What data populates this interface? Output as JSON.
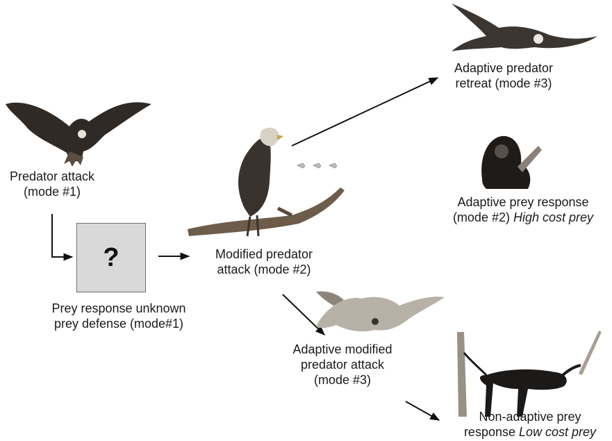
{
  "labels": {
    "predator_attack": {
      "line1": "Predator attack",
      "line2": "(mode #1)"
    },
    "question_mark": "?",
    "prey_response_unknown": {
      "line1": "Prey response unknown",
      "line2": "prey defense (mode#1)"
    },
    "modified_attack": {
      "line1": "Modified predator",
      "line2": "attack (mode #2)"
    },
    "adaptive_retreat": {
      "line1": "Adaptive predator",
      "line2": "retreat (mode #3)"
    },
    "adaptive_prey_response": {
      "line1": "Adaptive prey response",
      "line2_plain": "(mode #2) ",
      "line2_italic": "High cost prey"
    },
    "adaptive_modified_attack": {
      "line1": "Adaptive modified",
      "line2": "predator attack",
      "line3": "(mode #3)"
    },
    "non_adaptive_prey": {
      "line1": "Non-adaptive prey",
      "line2_plain": "response ",
      "line2_italic": "Low cost prey"
    }
  },
  "images": {
    "flying_eagle_front": "flying-eagle-icon",
    "perched_eagle": "perched-eagle-icon",
    "flying_eagle_side": "soaring-eagle-icon",
    "diving_hawk": "diving-hawk-icon",
    "sitting_monkey": "sitting-monkey-icon",
    "hanging_monkey": "hanging-monkey-icon"
  },
  "colors": {
    "arrow": "#111111",
    "box_fill": "#d9d9d9",
    "box_border": "#707070"
  }
}
